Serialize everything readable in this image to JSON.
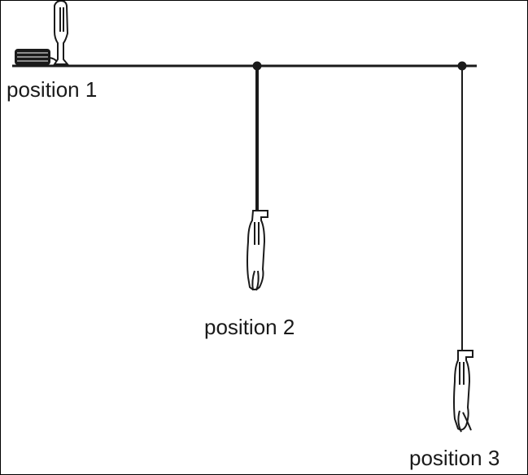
{
  "labels": {
    "position_1": "position 1",
    "position_2": "position 2",
    "position_3": "position 3"
  },
  "colors": {
    "ink": "#1a1a1a",
    "background": "#ffffff"
  }
}
